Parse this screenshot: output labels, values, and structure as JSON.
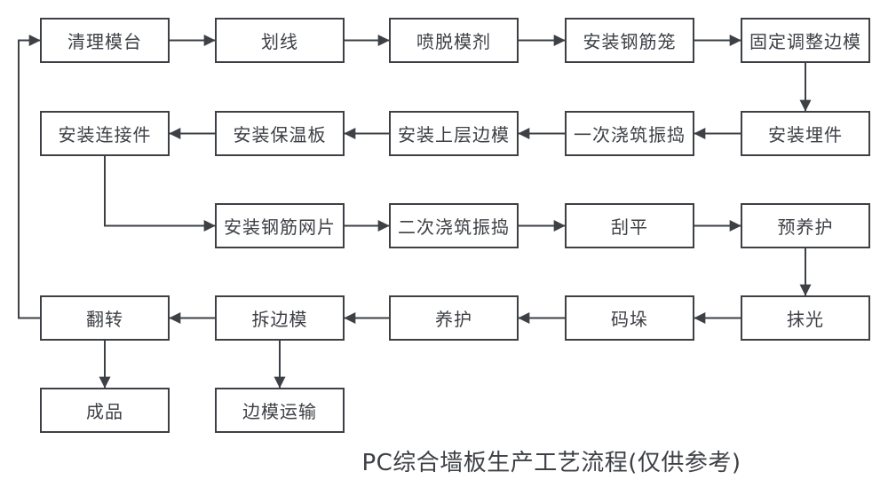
{
  "diagram": {
    "title": "PC综合墙板生产工艺流程(仅供参考)",
    "colors": {
      "line": "#3d4045",
      "box_border": "#3d4045",
      "box_fill": "#ffffff",
      "text": "#3d4045",
      "background": "#ffffff"
    },
    "nodes": [
      {
        "id": "clean-mold-platform",
        "label": "清理模台",
        "col": 1,
        "row": 1
      },
      {
        "id": "marking",
        "label": "划线",
        "col": 2,
        "row": 1
      },
      {
        "id": "spray-release-agent",
        "label": "喷脱模剂",
        "col": 3,
        "row": 1
      },
      {
        "id": "install-rebar-cage",
        "label": "安装钢筋笼",
        "col": 4,
        "row": 1
      },
      {
        "id": "fix-adjust-side-mold",
        "label": "固定调整边模",
        "col": 5,
        "row": 1
      },
      {
        "id": "install-embedded-parts",
        "label": "安装埋件",
        "col": 5,
        "row": 2
      },
      {
        "id": "first-pour-vibrate",
        "label": "一次浇筑振捣",
        "col": 4,
        "row": 2
      },
      {
        "id": "install-upper-side-mold",
        "label": "安装上层边模",
        "col": 3,
        "row": 2
      },
      {
        "id": "install-insulation-board",
        "label": "安装保温板",
        "col": 2,
        "row": 2
      },
      {
        "id": "install-connectors",
        "label": "安装连接件",
        "col": 1,
        "row": 2
      },
      {
        "id": "install-rebar-mesh",
        "label": "安装钢筋网片",
        "col": 2,
        "row": 3
      },
      {
        "id": "second-pour-vibrate",
        "label": "二次浇筑振捣",
        "col": 3,
        "row": 3
      },
      {
        "id": "scrape-level",
        "label": "刮平",
        "col": 4,
        "row": 3
      },
      {
        "id": "pre-curing",
        "label": "预养护",
        "col": 5,
        "row": 3
      },
      {
        "id": "trowel-finish",
        "label": "抹光",
        "col": 5,
        "row": 4
      },
      {
        "id": "stacking",
        "label": "码垛",
        "col": 4,
        "row": 4
      },
      {
        "id": "curing",
        "label": "养护",
        "col": 3,
        "row": 4
      },
      {
        "id": "remove-side-mold",
        "label": "拆边模",
        "col": 2,
        "row": 4
      },
      {
        "id": "flip",
        "label": "翻转",
        "col": 1,
        "row": 4
      },
      {
        "id": "finished-product",
        "label": "成品",
        "col": 1,
        "row": 5
      },
      {
        "id": "side-mold-transport",
        "label": "边模运输",
        "col": 2,
        "row": 5
      }
    ],
    "edges": [
      {
        "from": "clean-mold-platform",
        "to": "marking",
        "type": "right"
      },
      {
        "from": "marking",
        "to": "spray-release-agent",
        "type": "right"
      },
      {
        "from": "spray-release-agent",
        "to": "install-rebar-cage",
        "type": "right"
      },
      {
        "from": "install-rebar-cage",
        "to": "fix-adjust-side-mold",
        "type": "right"
      },
      {
        "from": "fix-adjust-side-mold",
        "to": "install-embedded-parts",
        "type": "down"
      },
      {
        "from": "install-embedded-parts",
        "to": "first-pour-vibrate",
        "type": "left"
      },
      {
        "from": "first-pour-vibrate",
        "to": "install-upper-side-mold",
        "type": "left"
      },
      {
        "from": "install-upper-side-mold",
        "to": "install-insulation-board",
        "type": "left"
      },
      {
        "from": "install-insulation-board",
        "to": "install-connectors",
        "type": "left"
      },
      {
        "from": "install-connectors",
        "to": "install-rebar-mesh",
        "type": "down-right"
      },
      {
        "from": "install-rebar-mesh",
        "to": "second-pour-vibrate",
        "type": "right"
      },
      {
        "from": "second-pour-vibrate",
        "to": "scrape-level",
        "type": "right"
      },
      {
        "from": "scrape-level",
        "to": "pre-curing",
        "type": "right"
      },
      {
        "from": "pre-curing",
        "to": "trowel-finish",
        "type": "down"
      },
      {
        "from": "trowel-finish",
        "to": "stacking",
        "type": "left"
      },
      {
        "from": "stacking",
        "to": "curing",
        "type": "left"
      },
      {
        "from": "curing",
        "to": "remove-side-mold",
        "type": "left"
      },
      {
        "from": "remove-side-mold",
        "to": "flip",
        "type": "left"
      },
      {
        "from": "flip",
        "to": "finished-product",
        "type": "down"
      },
      {
        "from": "remove-side-mold",
        "to": "side-mold-transport",
        "type": "down"
      },
      {
        "from": "flip",
        "to": "clean-mold-platform",
        "type": "loop-left"
      }
    ]
  }
}
